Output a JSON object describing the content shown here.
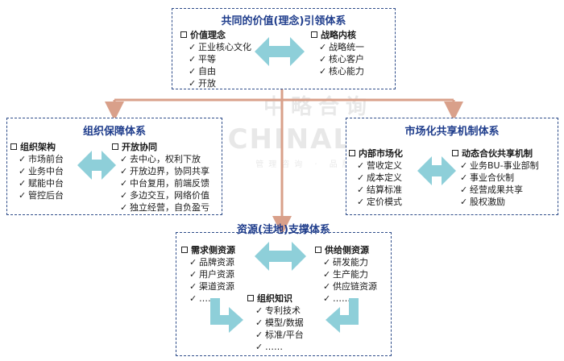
{
  "watermark": {
    "line1": "中略合询",
    "line2": "CHINALINE",
    "line3": "管理咨询 · 品牌咨询"
  },
  "top": {
    "title": "共同的价值(理念)引领体系",
    "left": {
      "heading": "价值理念",
      "items": [
        "正业核心文化",
        "平等",
        "自由",
        "开放"
      ]
    },
    "right": {
      "heading": "战略内核",
      "items": [
        "战略统一",
        "核心客户",
        "核心能力"
      ]
    }
  },
  "left": {
    "title": "组织保障体系",
    "left": {
      "heading": "组织架构",
      "items": [
        "市场前台",
        "业务中台",
        "赋能中台",
        "管控后台"
      ]
    },
    "right": {
      "heading": "开放协同",
      "items": [
        "去中心，权利下放",
        "开放边界，协同共享",
        "中台复用，前端反馈",
        "多边交互，网络价值",
        "独立经营，自负盈亏"
      ]
    }
  },
  "right": {
    "title": "市场化共享机制体系",
    "left": {
      "heading": "内部市场化",
      "items": [
        "营收定义",
        "成本定义",
        "结算标准",
        "定价模式"
      ]
    },
    "right": {
      "heading": "动态合伙共享机制",
      "items": [
        "业务BU-事业部制",
        "事业合伙制",
        "经营成果共享",
        "股权激励"
      ]
    }
  },
  "bottom": {
    "title": "资源(洼地)支撑体系",
    "demand": {
      "heading": "需求侧资源",
      "items": [
        "品牌资源",
        "用户资源",
        "渠道资源",
        "……"
      ]
    },
    "supply": {
      "heading": "供给侧资源",
      "items": [
        "研发能力",
        "生产能力",
        "供应链资源",
        "……"
      ]
    },
    "knowledge": {
      "heading": "组织知识",
      "items": [
        "专利技术",
        "模型/数据",
        "标准/平台",
        "……"
      ]
    }
  },
  "colors": {
    "border": "#2f4d8a",
    "title": "#1f3d8c",
    "connector": "#d9a08a",
    "arrow": "#8ecfd9"
  }
}
